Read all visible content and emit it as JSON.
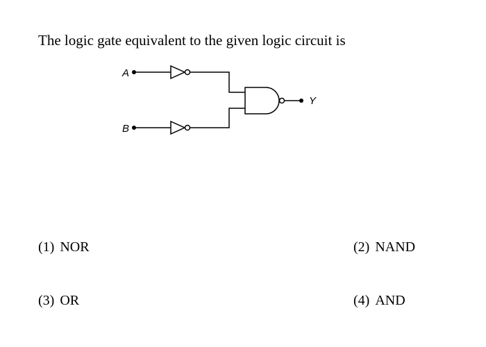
{
  "question": {
    "text": "The logic gate equivalent to the given logic circuit is"
  },
  "circuit": {
    "input_a_label": "A",
    "input_b_label": "B",
    "output_label": "Y"
  },
  "options": [
    {
      "number": "(1)",
      "label": "NOR"
    },
    {
      "number": "(2)",
      "label": "NAND"
    },
    {
      "number": "(3)",
      "label": "OR"
    },
    {
      "number": "(4)",
      "label": "AND"
    }
  ]
}
